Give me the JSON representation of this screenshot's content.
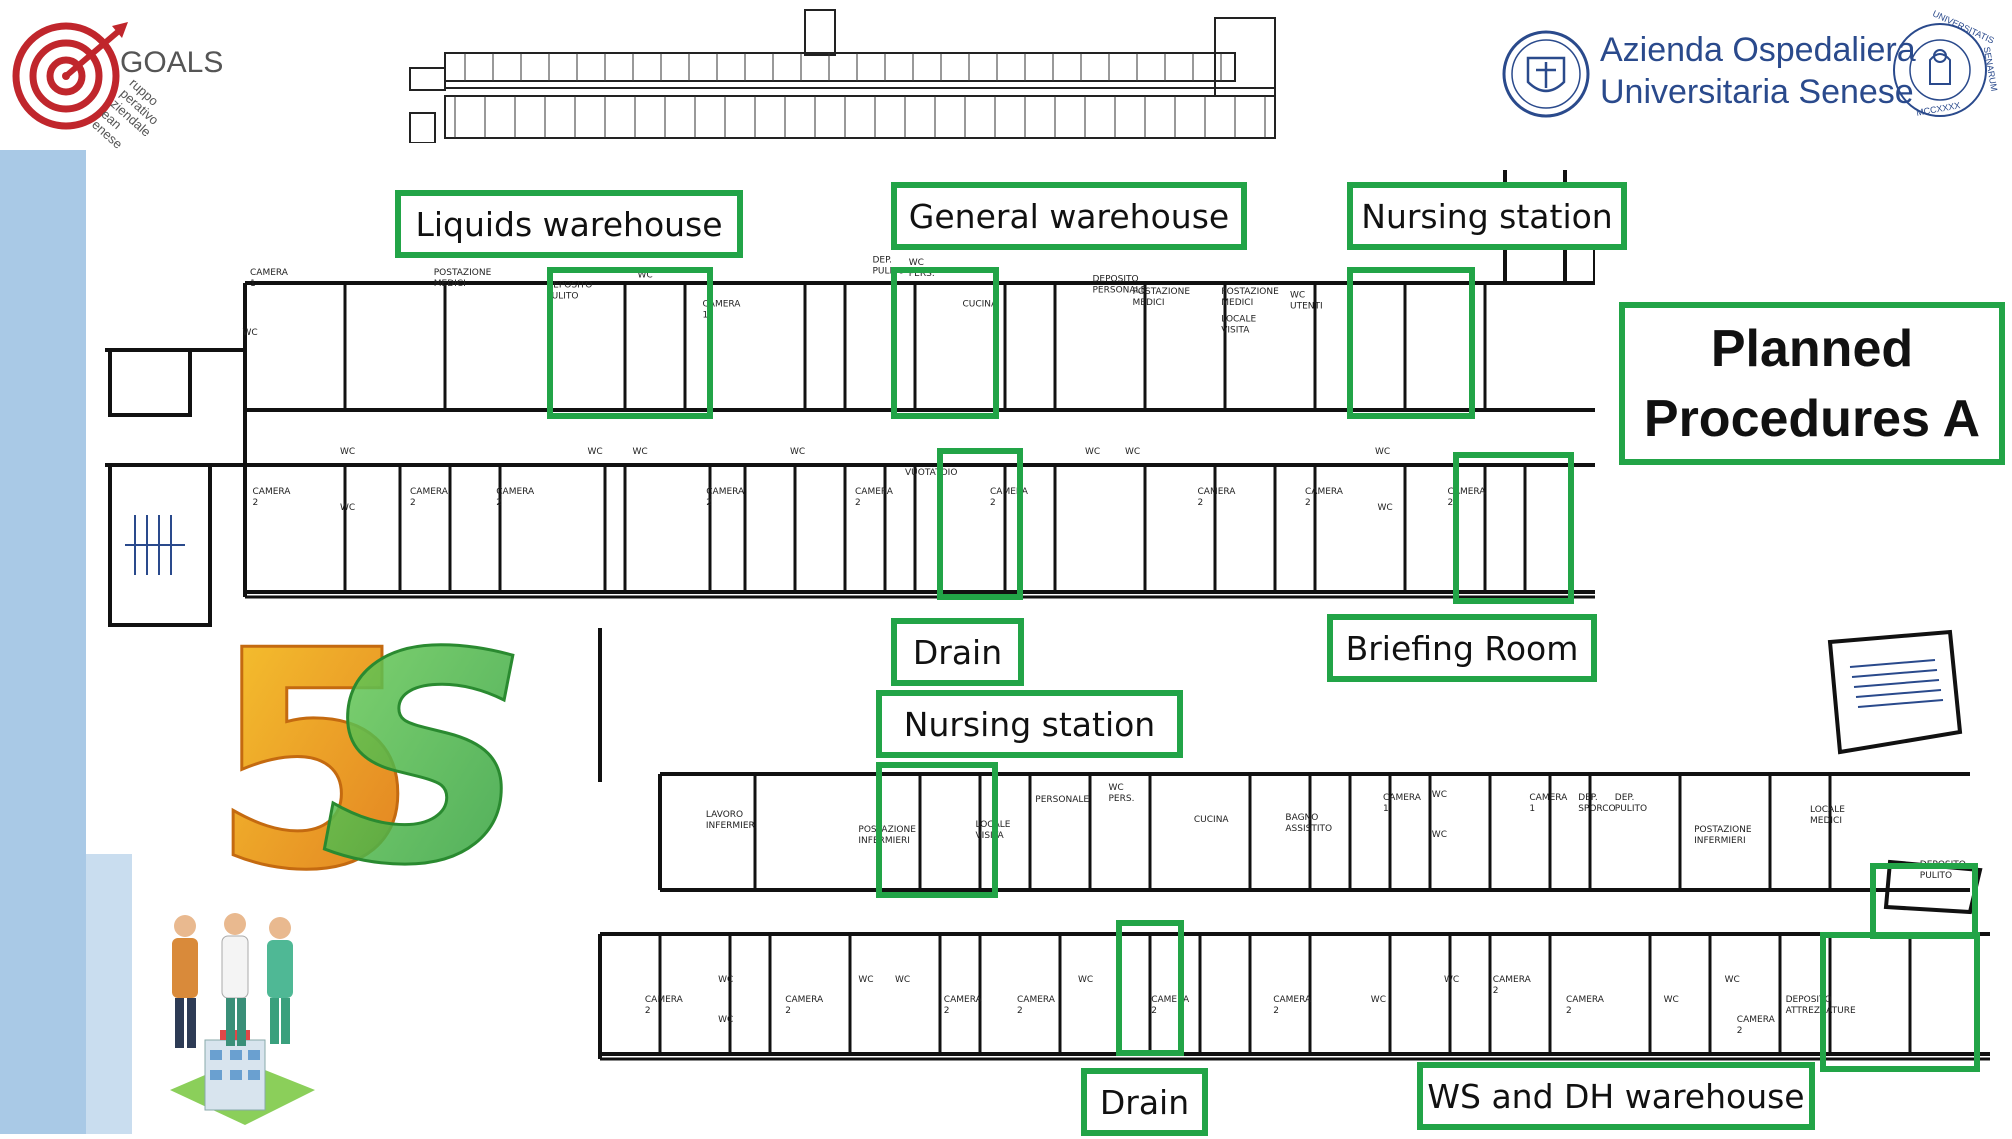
{
  "title": {
    "line1": "Planned",
    "line2": "Procedures A"
  },
  "logo_goals": {
    "word": "GOALS",
    "rotated_lines": [
      "ruppo",
      "perativo",
      "ziendale",
      "ean",
      "enese"
    ]
  },
  "logo_hospital": {
    "line1": "Azienda Ospedaliera",
    "line2": "Universitaria Senese",
    "seal_text": [
      "UNIVERSITATIS",
      "SENARUM",
      "MCCXXXX"
    ]
  },
  "badge_5s": "5S",
  "labels": {
    "liquids_warehouse": "Liquids warehouse",
    "general_warehouse": "General warehouse",
    "nursing_station_top": "Nursing station",
    "drain_top": "Drain",
    "briefing_room": "Briefing Room",
    "nursing_station_bottom": "Nursing station",
    "drain_bottom": "Drain",
    "ws_dh_warehouse": "WS and DH warehouse"
  },
  "plan_top_rooms": [
    "CAMERA 1 PL",
    "WC",
    "POSTAZIONE MEDICI INFERMIERI",
    "DEPOSITO PULITO",
    "WC",
    "CAMERA 1 PL",
    "DEP. PULITO",
    "WC PERS.",
    "CUCINA",
    "DEPOSITO PERSONALE",
    "POSTAZIONE MEDICI INFERMIERI",
    "POSTAZIONE MEDICI INFERMIERI",
    "LOCALE VISITA",
    "WC UTENTI",
    "CAMERA 2 PL",
    "WC",
    "WC",
    "CAMERA 2 PL",
    "CAMERA 2 PL",
    "WC",
    "WC",
    "CAMERA 2 PL",
    "WC",
    "CAMERA 2 PL",
    "VUOTATOIO",
    "CAMERA 2 PL",
    "WC",
    "WC",
    "CAMERA 2 PL",
    "CAMERA 2 PL",
    "WC",
    "WC",
    "CAMERA 2 PL"
  ],
  "plan_bottom_rooms": [
    "LAVORO INFERMIERI",
    "POSTAZIONE INFERMIERI",
    "LOCALE VISITA",
    "PERSONALE",
    "WC PERS.",
    "CUCINA",
    "BAGNO ASSISTITO",
    "CAMERA 1 PL",
    "WC",
    "WC",
    "CAMERA 1 PL",
    "DEP. SPORCO",
    "DEP. PULITO",
    "POSTAZIONE INFERMIERI",
    "LOCALE MEDICI",
    "DEPOSITO PULITO",
    "CAMERA 2 PL",
    "WC",
    "WC",
    "CAMERA 2 PL",
    "WC",
    "WC",
    "CAMERA 2 PL",
    "CAMERA 2 PL",
    "WC",
    "CAMERA 2 PL",
    "CAMERA 2 PL",
    "WC",
    "WC",
    "CAMERA 2 PL",
    "CAMERA 2 PL",
    "WC",
    "WC",
    "CAMERA 2 PL",
    "DEPOSITO ATTREZZATURE"
  ],
  "colors": {
    "highlight": "#22a447",
    "sidebar": "#a9c9e6",
    "brand_blue": "#2a4a8c",
    "goals_red": "#c0262c"
  }
}
